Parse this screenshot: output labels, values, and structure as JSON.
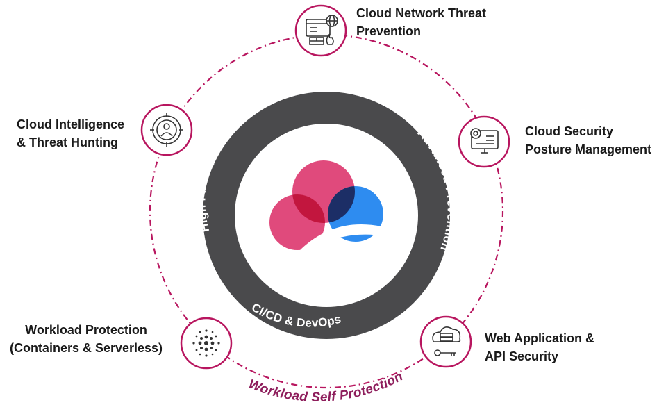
{
  "inner_ring": {
    "left_label": "High Fidelity Security Context",
    "right_label": "Advanced Prevention",
    "bottom_label": "CI/CD & DevOps"
  },
  "outer_ring": {
    "label": "Workload Self Protection"
  },
  "nodes": {
    "cloud_network_threat_prevention": {
      "line1": "Cloud Network Threat",
      "line2": "Prevention",
      "icon": "firewall-globe-icon"
    },
    "cloud_security_posture_management": {
      "line1": "Cloud Security",
      "line2": "Posture Management",
      "icon": "monitor-gear-icon"
    },
    "web_application_api_security": {
      "line1": "Web Application &",
      "line2": "API Security",
      "icon": "cloud-key-icon"
    },
    "workload_protection": {
      "line1": "Workload Protection",
      "line2": "(Containers & Serverless)",
      "icon": "dot-grid-icon"
    },
    "cloud_intelligence_threat_hunting": {
      "line1": "Cloud Intelligence",
      "line2": "& Threat Hunting",
      "icon": "target-person-icon"
    }
  },
  "colors": {
    "accent": "#b8165f",
    "ring_dark": "#4a4a4c",
    "logo_pink": "#e04a7c",
    "logo_red": "#c2163e",
    "logo_blue": "#2e8cf0",
    "logo_navy": "#1c2e66",
    "outer_text": "#8e1e5c"
  }
}
